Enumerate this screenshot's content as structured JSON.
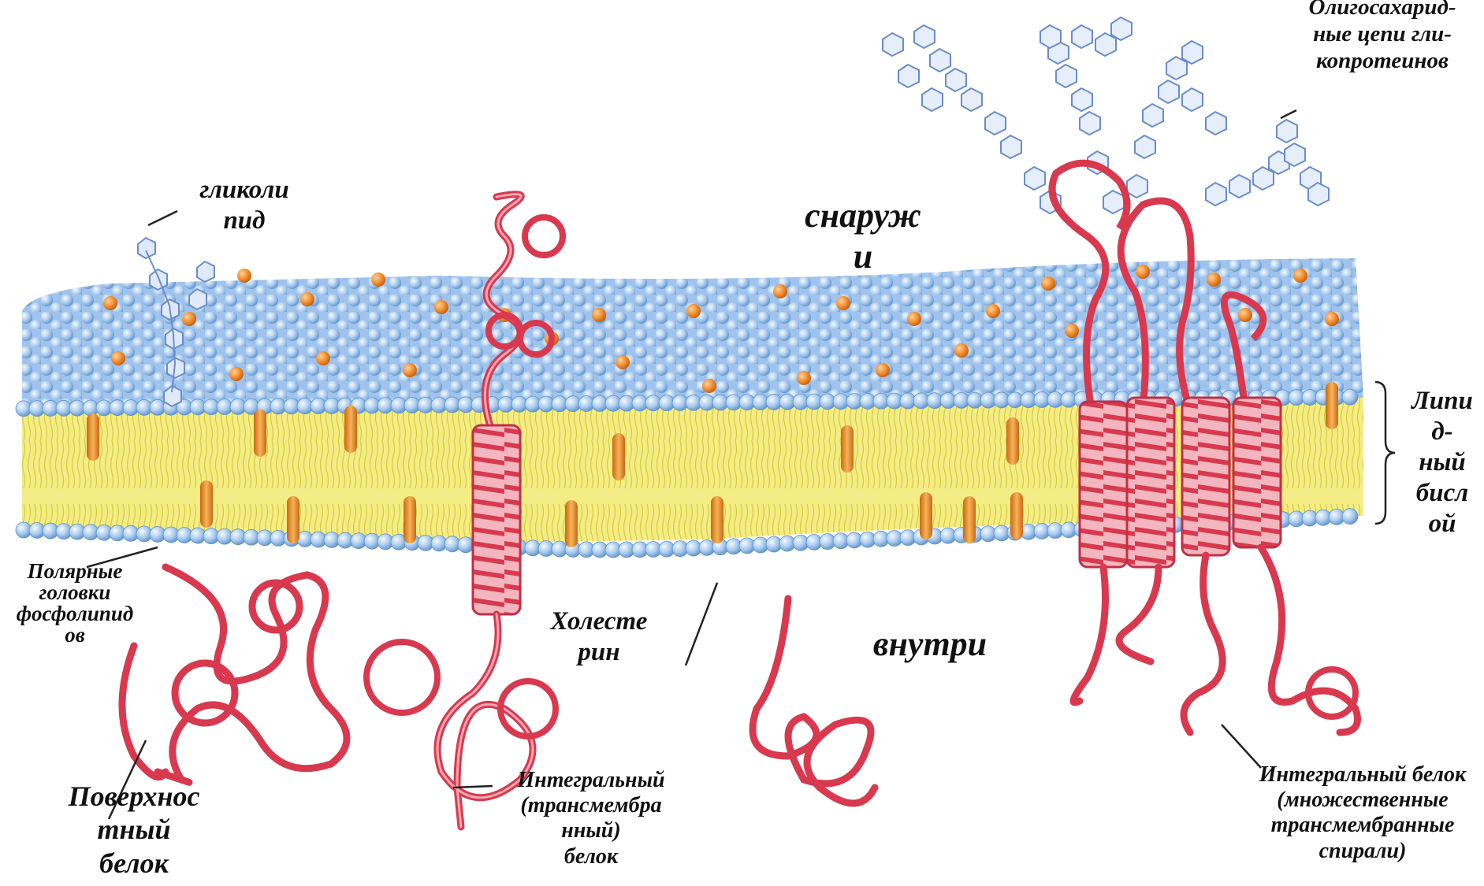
{
  "labels": {
    "oligosaccharide": "Олигосахарид-\nные цепи гли-\nкопротеинов",
    "glycolipid": "гликоли\nпид",
    "outside": "снаруж\nи",
    "inside": "внутри",
    "lipid_bilayer": "Липи\nд-\nный\nбисл\nой",
    "polar_heads": "Полярные\nголовки\nфосфолипид\nов",
    "cholesterol": "Холесте\nрин",
    "peripheral_protein": "Поверхнос\nтный\nбелок",
    "integral_protein": "Интегральный\n(трансмембра\nнный)\nбелок",
    "integral_multi": "Интегральный белок\n(множественные\nтрансмембранные\nспирали)"
  },
  "colors": {
    "head_blue": "#a9cbee",
    "head_outline": "#5f93cc",
    "tail_yellow": "#f2ea7a",
    "cholesterol_orange": "#f08a2a",
    "protein_red": "#e0505f",
    "sugar_blue": "#6b8ccc"
  }
}
